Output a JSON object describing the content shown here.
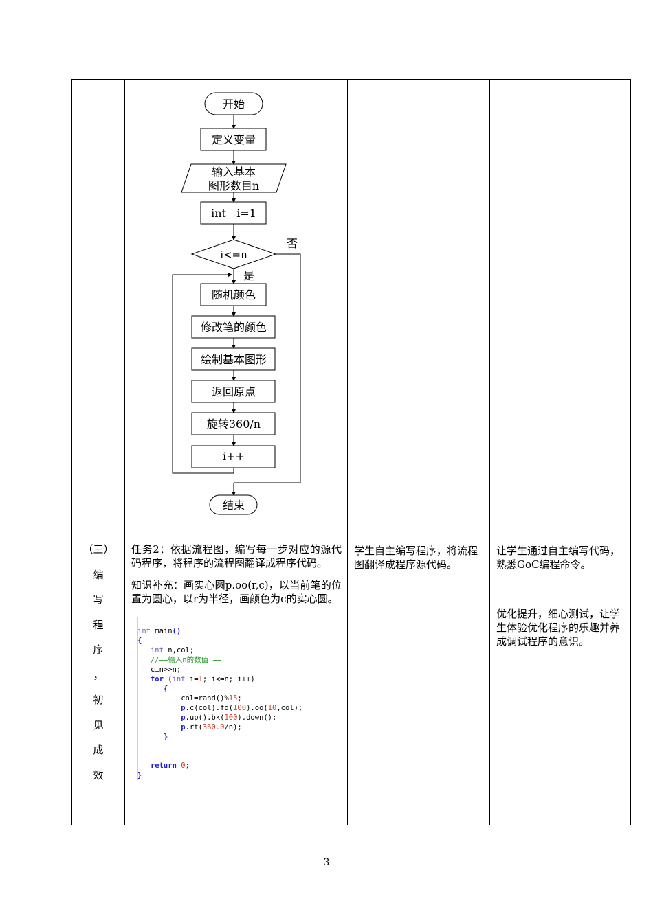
{
  "flowchart": {
    "start": "开始",
    "define_vars": "定义变量",
    "input_line1": "输入基本",
    "input_line2": "图形数目n",
    "init": "int   i=1",
    "condition": "i<=n",
    "no_label": "否",
    "yes_label": "是",
    "step_random_color": "随机颜色",
    "step_change_pen": "修改笔的颜色",
    "step_draw_shape": "绘制基本图形",
    "step_return_origin": "返回原点",
    "step_rotate": "旋转360/n",
    "step_increment": "i++",
    "end": "结束"
  },
  "section": {
    "chars": [
      "（三）",
      "编",
      "写",
      "程",
      "序",
      "，",
      "初",
      "见",
      "成",
      "效"
    ]
  },
  "task": {
    "text": "任务2：依据流程图，编写每一步对应的源代码程序，将程序的流程图翻译成程序代码。",
    "knowledge": "知识补充：画实心圆p.oo(r,c)，以当前笔的位置为圆心，以r为半径，画颜色为c的实心圆。"
  },
  "code_lines": {
    "l1a": "int",
    "l1b": " main",
    "l1c": "()",
    "l2": "{",
    "l3a": "int",
    "l3b": " n,col;",
    "l4": "//==输入n的数值 ==",
    "l5": "cin>>n;",
    "l6a": "for",
    "l6b": " (",
    "l6c": "int",
    "l6d": " i=",
    "l6e": "1",
    "l6f": "; i<=n; i++)",
    "l7": "{",
    "l8a": "col=rand()%",
    "l8b": "15",
    "l8c": ";",
    "l9a": "p",
    "l9b": ".c(col).fd(",
    "l9c": "100",
    "l9d": ").oo(",
    "l9e": "10",
    "l9f": ",col);",
    "l10a": "p",
    "l10b": ".up().bk(",
    "l10c": "100",
    "l10d": ").down();",
    "l11a": "p",
    "l11b": ".rt(",
    "l11c": "360.0",
    "l11d": "/n);",
    "l12": "}",
    "l13a": "return",
    "l13b": " ",
    "l13c": "0",
    "l13d": ";",
    "l14": "}"
  },
  "student_activity": "学生自主编写程序，将流程图翻译成程序源代码。",
  "design_intent_1": "让学生通过自主编写代码，熟悉GoC编程命令。",
  "design_intent_2": "优化提升，细心测试，让学生体验优化程序的乐趣并养成调试程序的意识。",
  "page_number": "3"
}
